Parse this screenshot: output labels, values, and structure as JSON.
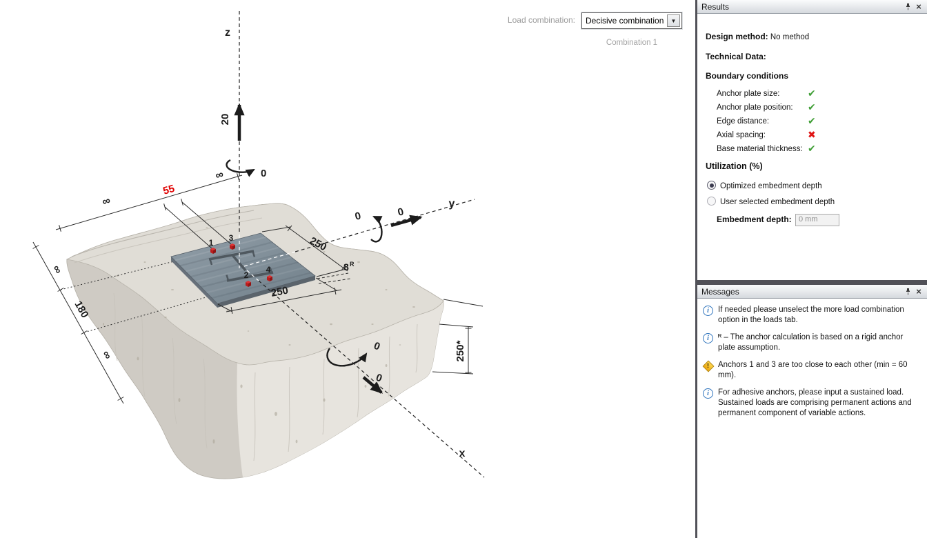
{
  "toolbar": {
    "load_combination_label": "Load combination:",
    "load_combination_value": "Decisive combination",
    "dropdown_arrow": "▼",
    "combination_caption": "Combination 1"
  },
  "results_panel": {
    "title": "Results",
    "close_glyph": "×",
    "design_method_label": "Design method:",
    "design_method_value": "No method",
    "technical_data_label": "Technical Data:",
    "boundary_title": "Boundary conditions",
    "checks": [
      {
        "label": "Anchor plate size:",
        "glyph": "✔",
        "status_class": "mark pass"
      },
      {
        "label": "Anchor plate position:",
        "glyph": "✔",
        "status_class": "mark pass"
      },
      {
        "label": "Edge distance:",
        "glyph": "✔",
        "status_class": "mark pass"
      },
      {
        "label": "Axial spacing:",
        "glyph": "✖",
        "status_class": "mark fail"
      },
      {
        "label": "Base material thickness:",
        "glyph": "✔",
        "status_class": "mark pass"
      }
    ],
    "utilization_title": "Utilization (%)",
    "radios": [
      {
        "label": "Optimized embedment depth",
        "class": "radio sel"
      },
      {
        "label": "User selected embedment depth",
        "class": "radio"
      }
    ],
    "embedment_label": "Embedment depth:",
    "embedment_value": "0 mm"
  },
  "messages_panel": {
    "title": "Messages",
    "close_glyph": "×",
    "messages": [
      {
        "icon_class": "mi info",
        "glyph": "i",
        "text": "If needed please unselect the more load combination option in the loads tab."
      },
      {
        "icon_class": "mi info",
        "glyph": "i",
        "text": "ᴿ – The anchor calculation is based on a rigid anchor plate assumption."
      },
      {
        "icon_class": "mi warn",
        "glyph": "!",
        "text": "Anchors 1 and 3 are too close to each other (min = 60 mm)."
      },
      {
        "icon_class": "mi info",
        "glyph": "i",
        "text": "For adhesive anchors, please input a sustained load. Sustained loads are comprising permanent actions and permanent component of variable actions."
      }
    ]
  },
  "scene": {
    "axes": {
      "x": "x",
      "y": "y",
      "z": "z"
    },
    "loads": {
      "z_force": "20",
      "z_moment": "0",
      "y_force": "0",
      "y_moment": "0",
      "x_force": "0",
      "x_moment": "0"
    },
    "dims": {
      "edge_top_left": "∞",
      "anchor_spacing_y": "55",
      "edge_top_right": "∞",
      "edge_left_upper": "∞",
      "anchor_spacing_x": "180",
      "edge_left_lower": "∞",
      "plate_side_right": "250",
      "plate_side_front": "250",
      "base_thickness": "250*",
      "plate_thickness": "8",
      "plate_thickness_sup": "R"
    },
    "anchors": {
      "a1": "1",
      "a2": "2",
      "a3": "3",
      "a4": "4"
    },
    "colors": {
      "concrete": "#d6d2cb",
      "plate": "#7e8c96",
      "anchor_red": "#d42020",
      "spacing_warn_red": "#e00000",
      "check_green": "#3f9e35",
      "cross_red": "#e01515",
      "info_blue": "#2f74bd",
      "warning_yellow": "#f0b400"
    }
  }
}
